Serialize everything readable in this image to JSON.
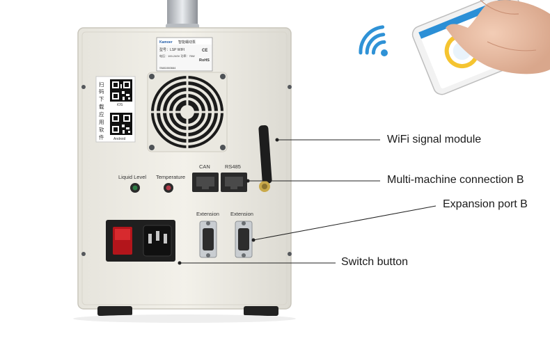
{
  "device": {
    "label_panel": {
      "brand": "Kamoer",
      "title": "智能蠕动泵",
      "ce_mark": "CE",
      "rohs_mark": "RoHS",
      "model_line": "型号：LSP WIFI",
      "power_line": "电压：100-240V  功率：75W",
      "serial_line": "SN81060664"
    },
    "qr_panel": {
      "chinese_text": [
        "扫",
        "码",
        "下",
        "载",
        "应",
        "用",
        "软",
        "件"
      ],
      "ios_label": "iOS",
      "android_label": "Android"
    },
    "ports": {
      "liquid_level": "Liquid Level",
      "temperature": "Temperature",
      "can": "CAN",
      "rs485": "RS485",
      "extension_1": "Extension",
      "extension_2": "Extension"
    }
  },
  "callouts": {
    "wifi": "WiFi signal module",
    "multi_machine": "Multi-machine connection B",
    "expansion": "Expansion port B",
    "switch": "Switch button"
  }
}
